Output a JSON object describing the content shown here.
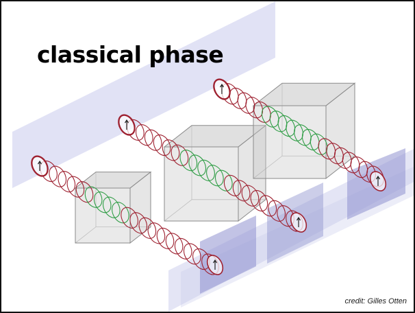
{
  "slide": {
    "title": "classical phase",
    "credit": "credit: Gilles Otten"
  },
  "colors": {
    "background": "#ffffff",
    "plane_fill": "#c9cbec",
    "plane_dark": "#8f92cf",
    "helix_red": "#9e2130",
    "helix_green": "#2f9d45",
    "box_fill": "#c7c7c7",
    "box_edge": "#8a8a8a",
    "arrow": "#222222"
  },
  "diagram": {
    "beam_count": 3,
    "coil_color_outside": "red",
    "coil_color_inside_material": "green",
    "polarization_arrow_icon": "up-arrow-icon"
  }
}
